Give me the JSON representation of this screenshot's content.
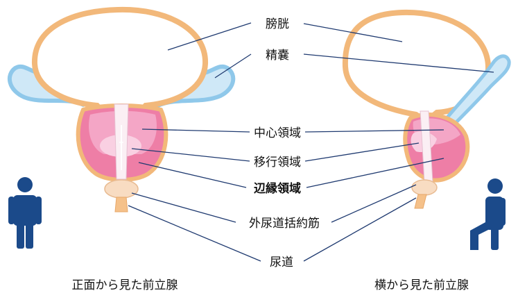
{
  "labels": {
    "bladder": "膀胱",
    "seminal_vesicle": "精嚢",
    "central_zone": "中心領域",
    "transition_zone": "移行領域",
    "peripheral_zone": "辺縁領域",
    "external_sphincter": "外尿道括約筋",
    "urethra": "尿道"
  },
  "captions": {
    "front": "正面から見た前立腺",
    "side": "横から見た前立腺"
  },
  "icons": {
    "standing": "standing-person-icon",
    "stepping": "stepping-person-icon"
  },
  "colors": {
    "bladder_outline": "#f2b87a",
    "seminal_vesicle": "#8fc8ea",
    "prostate_pink": "#ee7ea6",
    "zone_light": "#f7c6dc",
    "sphincter": "#f8dcc2",
    "leader_line": "#1f3a70",
    "person": "#1b4a8a"
  }
}
